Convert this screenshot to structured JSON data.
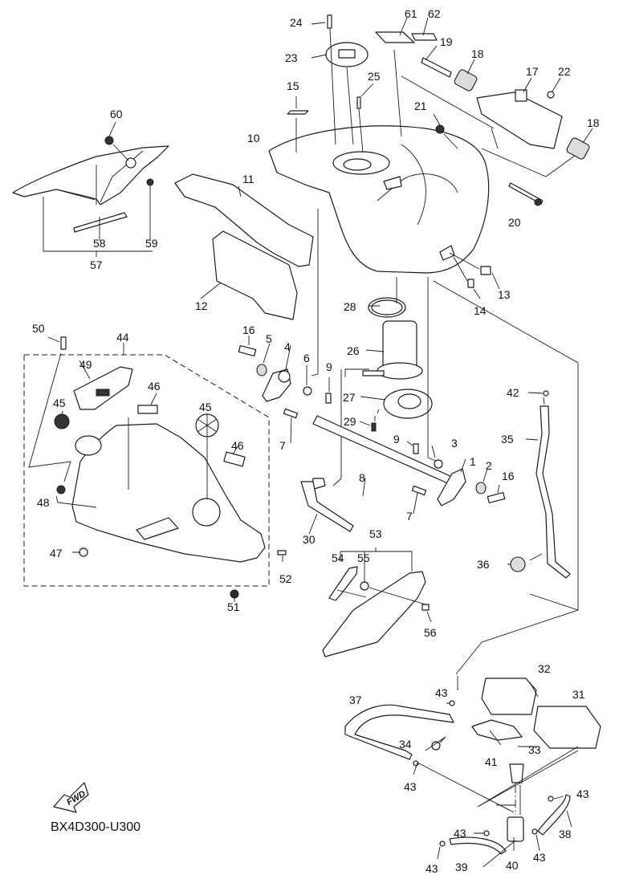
{
  "diagram": {
    "title_code": "BX4D300-U300",
    "direction_label": "FWD",
    "colors": {
      "ink": "#1a1a1a",
      "background": "#ffffff"
    },
    "callouts": {
      "p1": "1",
      "p2": "2",
      "p3": "3",
      "p4": "4",
      "p5": "5",
      "p6": "6",
      "p7a": "7",
      "p7b": "7",
      "p8": "8",
      "p9a": "9",
      "p9b": "9",
      "p10": "10",
      "p11": "11",
      "p12": "12",
      "p13": "13",
      "p14": "14",
      "p15": "15",
      "p16a": "16",
      "p16b": "16",
      "p17": "17",
      "p18a": "18",
      "p18b": "18",
      "p19": "19",
      "p20": "20",
      "p21": "21",
      "p22": "22",
      "p23": "23",
      "p24": "24",
      "p25": "25",
      "p26": "26",
      "p27": "27",
      "p28": "28",
      "p29": "29",
      "p30": "30",
      "p31": "31",
      "p32": "32",
      "p33": "33",
      "p34": "34",
      "p35": "35",
      "p36": "36",
      "p37": "37",
      "p38": "38",
      "p39": "39",
      "p40": "40",
      "p41": "41",
      "p42": "42",
      "p43a": "43",
      "p43b": "43",
      "p43c": "43",
      "p43d": "43",
      "p43e": "43",
      "p43f": "43",
      "p44": "44",
      "p45a": "45",
      "p45b": "45",
      "p46a": "46",
      "p46b": "46",
      "p47": "47",
      "p48": "48",
      "p49": "49",
      "p50": "50",
      "p51": "51",
      "p52": "52",
      "p53": "53",
      "p54": "54",
      "p55": "55",
      "p56": "56",
      "p57": "57",
      "p58": "58",
      "p59": "59",
      "p60": "60",
      "p61": "61",
      "p62": "62"
    }
  }
}
